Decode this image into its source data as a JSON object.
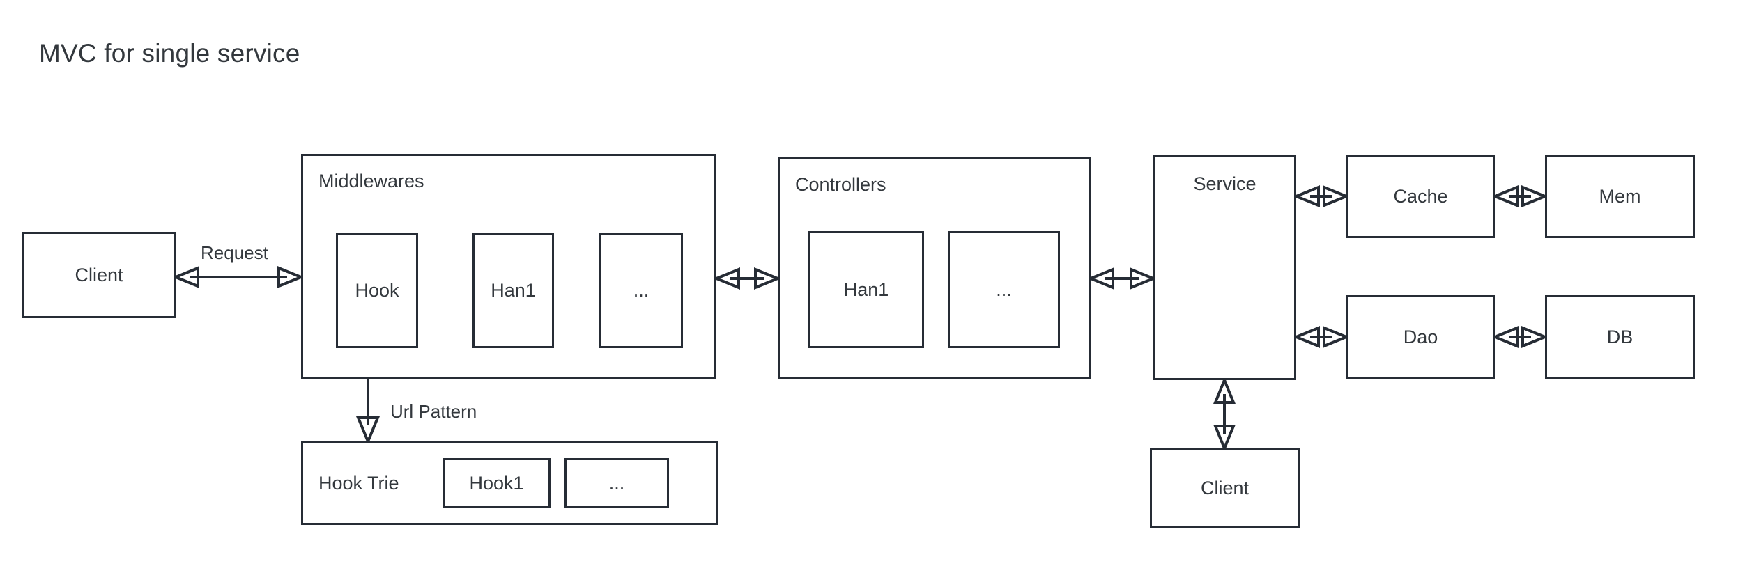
{
  "title": "MVC for single service",
  "theme": {
    "stroke": "#262c35",
    "text": "#33383d",
    "background": "#ffffff"
  },
  "nodes": {
    "client_left": {
      "label": "Client"
    },
    "middlewares": {
      "label": "Middlewares",
      "children": [
        {
          "label": "Hook"
        },
        {
          "label": "Han1"
        },
        {
          "label": "..."
        }
      ]
    },
    "hook_trie": {
      "label": "Hook Trie",
      "children": [
        {
          "label": "Hook1"
        },
        {
          "label": "..."
        }
      ]
    },
    "controllers": {
      "label": "Controllers",
      "children": [
        {
          "label": "Han1"
        },
        {
          "label": "..."
        }
      ]
    },
    "service": {
      "label": "Service"
    },
    "cache": {
      "label": "Cache"
    },
    "mem": {
      "label": "Mem"
    },
    "dao": {
      "label": "Dao"
    },
    "db": {
      "label": "DB"
    },
    "client_bottom": {
      "label": "Client"
    }
  },
  "edges": [
    {
      "name": "client-to-middlewares",
      "label": "Request",
      "style": "bidirectional"
    },
    {
      "name": "hook-to-han1",
      "label": "",
      "style": "forward"
    },
    {
      "name": "han1-to-ellipsis",
      "label": "",
      "style": "forward"
    },
    {
      "name": "ellipsis-to-han1",
      "label": "",
      "style": "backward"
    },
    {
      "name": "han1-to-hook",
      "label": "",
      "style": "backward"
    },
    {
      "name": "hook-to-hook-trie",
      "label": "Url Pattern",
      "style": "forward-down"
    },
    {
      "name": "middlewares-to-controllers",
      "label": "",
      "style": "bidirectional"
    },
    {
      "name": "controllers-to-service",
      "label": "",
      "style": "bidirectional"
    },
    {
      "name": "service-to-cache",
      "label": "",
      "style": "bidirectional"
    },
    {
      "name": "cache-to-mem",
      "label": "",
      "style": "bidirectional"
    },
    {
      "name": "service-to-dao",
      "label": "",
      "style": "bidirectional"
    },
    {
      "name": "dao-to-db",
      "label": "",
      "style": "bidirectional"
    },
    {
      "name": "service-to-client-bottom",
      "label": "",
      "style": "bidirectional-vertical"
    }
  ]
}
